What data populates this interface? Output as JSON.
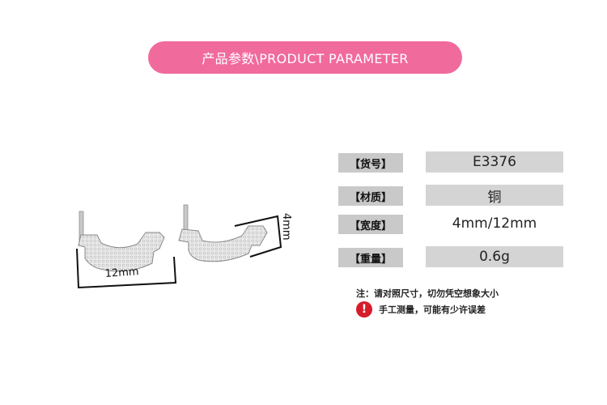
{
  "banner": {
    "title": "产品参数\\PRODUCT PARAMETER"
  },
  "product": {
    "width_label": "12mm",
    "height_label": "4mm"
  },
  "specs": [
    {
      "label": "【货号】",
      "value": "E3376"
    },
    {
      "label": "【材质】",
      "value": "铜"
    },
    {
      "label": "【宽度】",
      "value": "4mm/12mm"
    },
    {
      "label": "【重量】",
      "value": "0.6g"
    }
  ],
  "notes": {
    "line1": "注：请对照尺寸，切勿凭空想象大小",
    "line2": "手工测量，可能有少许误差",
    "icon": "exclamation-icon"
  },
  "colors": {
    "banner": "#f16a9c",
    "warning": "#d81b2a"
  }
}
